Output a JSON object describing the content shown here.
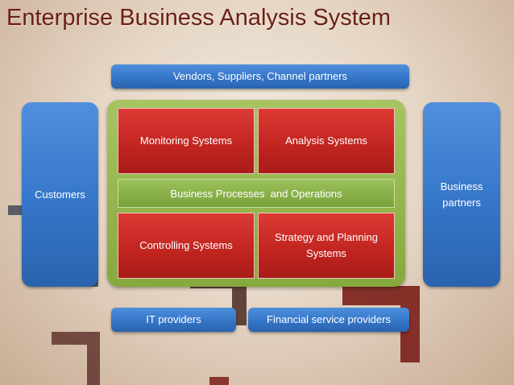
{
  "title": "Enterprise Business Analysis System",
  "top_box": "Vendors, Suppliers, Channel partners",
  "left_box": "Customers",
  "right_box": "Business partners",
  "center": {
    "monitoring": "Monitoring Systems",
    "analysis": "Analysis Systems",
    "processes": "Business Processes  and Operations",
    "controlling": "Controlling Systems",
    "strategy": "Strategy and Planning Systems"
  },
  "bottom_left": "IT providers",
  "bottom_right": "Financial service providers",
  "colors": {
    "title": "#6b1f14",
    "blue": "#3576c8",
    "green": "#8fb04a",
    "red": "#c0241f",
    "corner_dark": "#3a4356",
    "corner_red": "#7a1f19"
  }
}
